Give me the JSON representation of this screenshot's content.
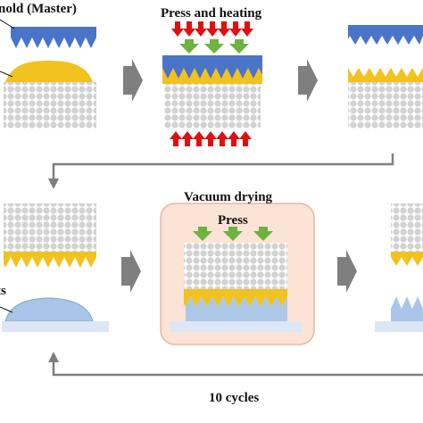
{
  "labels": {
    "mold_master": "nold (Master)",
    "press_heating": "Press and heating",
    "vacuum_drying": "Vacuum drying",
    "press": "Press",
    "cycles": "10 cycles",
    "partial_left": "ts"
  },
  "colors": {
    "mold_blue": "#4a74c8",
    "gold": "#f2c21e",
    "grid_fill": "#d9d9d9",
    "grid_stroke": "#ffffff",
    "light_blue": "#a9c6e8",
    "substrate": "#dde6f5",
    "arrow_gray": "#7f7f7f",
    "press_red": "#e01010",
    "press_green": "#6cb33f",
    "vacuum_bg": "#fbe3d5",
    "vacuum_border": "#e9b79d"
  }
}
